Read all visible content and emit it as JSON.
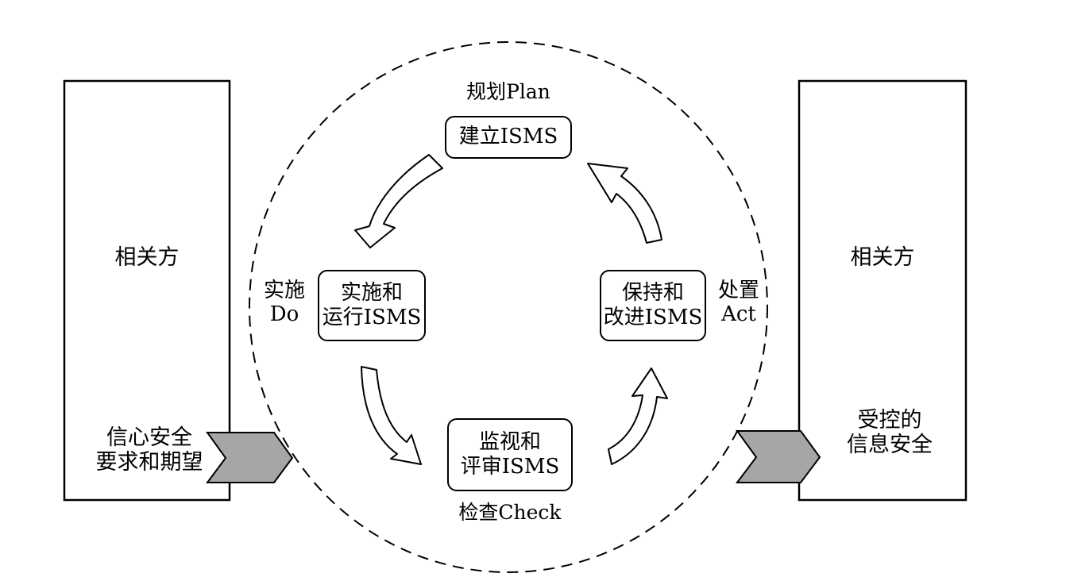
{
  "left_party": {
    "label": "相关方",
    "input_line1": "信心安全",
    "input_line2": "要求和期望"
  },
  "right_party": {
    "label": "相关方",
    "output_line1": "受控的",
    "output_line2": "信息安全"
  },
  "cycle": {
    "plan": {
      "phase_label": "规划Plan",
      "box": "建立ISMS"
    },
    "do": {
      "phase_line1": "实施",
      "phase_line2": "Do",
      "box_line1": "实施和",
      "box_line2": "运行ISMS"
    },
    "check": {
      "phase_label": "检查Check",
      "box_line1": "监视和",
      "box_line2": "评审ISMS"
    },
    "act": {
      "phase_line1": "处置",
      "phase_line2": "Act",
      "box_line1": "保持和",
      "box_line2": "改进ISMS"
    }
  },
  "colors": {
    "line": "#000000",
    "chevron_fill": "#a6a6a6",
    "background": "#ffffff"
  }
}
